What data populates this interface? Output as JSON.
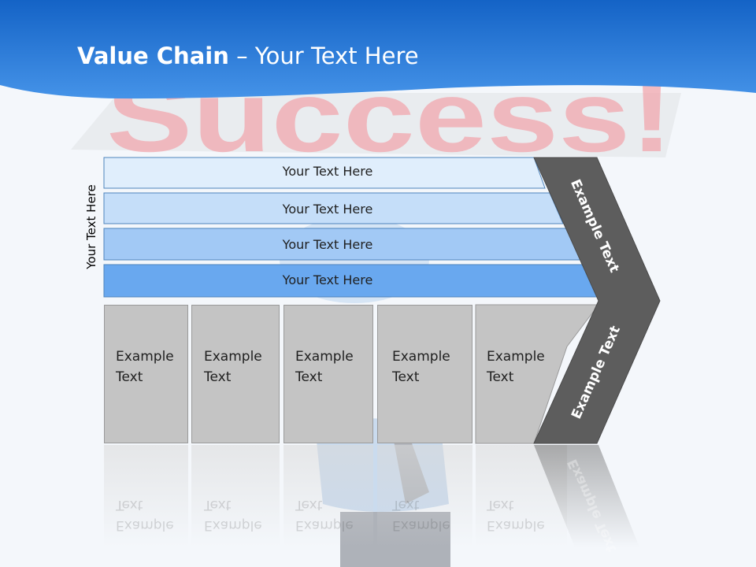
{
  "title": {
    "bold": "Value Chain",
    "rest": " – Your Text Here"
  },
  "background_word": "Success!",
  "side_label": "Your Text Here",
  "rows": [
    {
      "label": "Your Text Here",
      "color": "#e0eefc"
    },
    {
      "label": "Your Text Here",
      "color": "#c5def9"
    },
    {
      "label": "Your Text Here",
      "color": "#a2c9f5"
    },
    {
      "label": "Your Text Here",
      "color": "#69a8ef"
    }
  ],
  "boxes": [
    {
      "line1": "Example",
      "line2": "Text"
    },
    {
      "line1": "Example",
      "line2": "Text"
    },
    {
      "line1": "Example",
      "line2": "Text"
    },
    {
      "line1": "Example",
      "line2": "Text"
    },
    {
      "line1": "Example",
      "line2": "Text"
    }
  ],
  "chevron": {
    "upper_label": "Example Text",
    "lower_label": "Example Text",
    "color": "#5d5d5d"
  },
  "colors": {
    "header_top": "#1565c8",
    "header_bottom": "#3c8ee6",
    "box": "#c4c4c4",
    "row_border": "#4e84bd"
  }
}
